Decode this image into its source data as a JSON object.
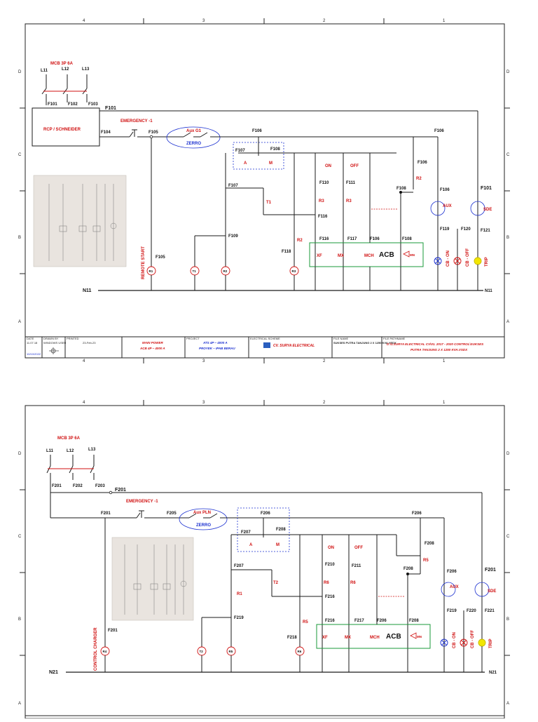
{
  "grid": {
    "cols": [
      "4",
      "3",
      "2",
      "1"
    ],
    "rows": [
      "D",
      "C",
      "B",
      "A"
    ]
  },
  "sheet1": {
    "mcb_title": "MCB 3P 6A",
    "lines": [
      "L11",
      "L12",
      "L13"
    ],
    "fuses": [
      "F101",
      "F102",
      "F103"
    ],
    "rcp": "RCP / SCHNEIDER",
    "f101_top": "F101",
    "f104": "F104",
    "emergency": "EMERGENCY -1",
    "f105": "F105",
    "aux": "Aux G1",
    "zerro": "ZERRO",
    "f106": "F106",
    "f106b": "F106",
    "f107": "F107",
    "f108": "F108",
    "a": "A",
    "m": "M",
    "on": "ON",
    "off": "OFF",
    "f106c": "F106",
    "f110": "F110",
    "f111": "F111",
    "r2": "R2",
    "f107b": "F107",
    "f108b": "F108",
    "r3a": "R3",
    "r3b": "R3",
    "t1": "T1",
    "f106d": "F106",
    "f101r": "F101",
    "aux_lamp": "AUX",
    "sde": "SDE",
    "f116": "F116",
    "f109": "F109",
    "r2b": "R2",
    "f119": "F119",
    "f120": "F120",
    "f121": "F121",
    "f116b": "F116",
    "f117": "F117",
    "f106e": "F106",
    "f108c": "F108",
    "f118": "F118",
    "f105b": "F105",
    "xf": "XF",
    "mx": "MX",
    "mch": "MCH",
    "acb": "ACB",
    "mn": "MN",
    "cb_on": "CB - ON",
    "cb_off": "CB - OFF",
    "trip": "TRIP",
    "remote": "REMOTE START",
    "coils": [
      "R1",
      "T1",
      "R2",
      "R3"
    ],
    "n11": "N11",
    "n11r": "N11"
  },
  "titleblock": {
    "date_label": "DATE",
    "date": "11.07.18",
    "drawn_label": "DRAWN BY",
    "drawn": "WINDOWS USER",
    "printed_label": "PRINTED",
    "printed": "23-Feb-23",
    "date2": "10/10/2022",
    "title1": "MAIN POWER",
    "title1b": "ACB 4P – 4000 A",
    "proj_label": "PROJECT",
    "proj1": "ATS 4P – 4000 A",
    "proj1b": "PROYEK – IPAB BERAU",
    "elec_label": "ELECTRICAL SCHEME",
    "company": "CV. SURYA ELECTRICAL",
    "file_label": "FILE NAME",
    "file": "SUKSES PUTRA TANJUNG 2 X 1250 KVA.VSDX",
    "path_label": "FILE PATHNAME",
    "path1": "D:\\1.SURYA ELECTRICAL CV\\01. 2017 - 2020 CONTROL\\SUKSES",
    "path2": "PUTRA TANJUNG 2 X 1250 KVA.VSDX"
  },
  "sheet2": {
    "mcb_title": "MCB 3P 6A",
    "lines": [
      "L11",
      "L12",
      "L13"
    ],
    "fuses": [
      "F201",
      "F202",
      "F203"
    ],
    "f201_top": "F201",
    "emergency": "EMERGENCY -1",
    "f201a": "F201",
    "f205": "F205",
    "aux": "Aux PLN",
    "zerro": "ZERRO",
    "f206": "F206",
    "f206b": "F206",
    "f207": "F207",
    "f208": "F208",
    "a": "A",
    "m": "M",
    "on": "ON",
    "off": "OFF",
    "f208b": "F208",
    "f210": "F210",
    "f211": "F211",
    "r5": "R5",
    "f207b": "F207",
    "f208c": "F208",
    "t2": "T2",
    "r1": "R1",
    "r6a": "R6",
    "r6b": "R6",
    "f216": "F216",
    "f206c": "F206",
    "f201r": "F201",
    "aux_lamp": "AUX",
    "sde": "SDE",
    "f219": "F219",
    "f219b": "F219",
    "f220": "F220",
    "f221": "F221",
    "r5b": "R5",
    "f216b": "F216",
    "f217": "F217",
    "f206d": "F206",
    "f208d": "F208",
    "f218": "F218",
    "f201b": "F201",
    "xf": "XF",
    "mx": "MX",
    "mch": "MCH",
    "acb": "ACB",
    "mn": "MN",
    "cb_on": "CB - ON",
    "cb_off": "CB - OFF",
    "trip": "TRIP",
    "charger": "CONTROL CHARGER",
    "coils": [
      "R4",
      "T2",
      "R5",
      "R6"
    ],
    "n21": "N21",
    "n21r": "N21"
  },
  "colors": {
    "red": "#d01010",
    "blue": "#1a2fd0",
    "green": "#1a9a3a",
    "yellow": "#f2e600"
  }
}
